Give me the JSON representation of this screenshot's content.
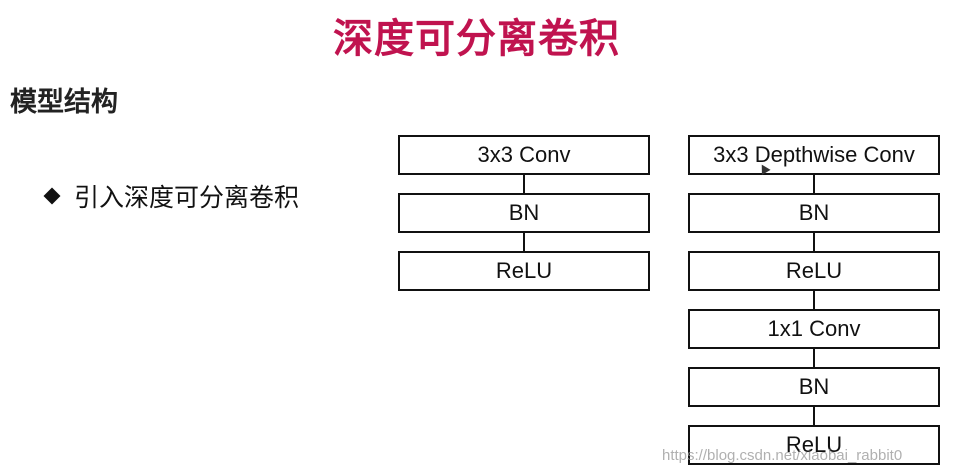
{
  "title": "深度可分离卷积",
  "section_heading": "模型结构",
  "bullet_text": "引入深度可分离卷积",
  "bullet_icon": "diamond-bullet-icon",
  "colors": {
    "title": "#c0134f",
    "text": "#111111"
  },
  "diagram": {
    "standard_block": [
      "3x3 Conv",
      "BN",
      "ReLU"
    ],
    "depthwise_separable_block": [
      "3x3 Depthwise Conv",
      "BN",
      "ReLU",
      "1x1 Conv",
      "BN",
      "ReLU"
    ]
  },
  "watermark": "https://blog.csdn.net/xiaobai_rabbit0"
}
